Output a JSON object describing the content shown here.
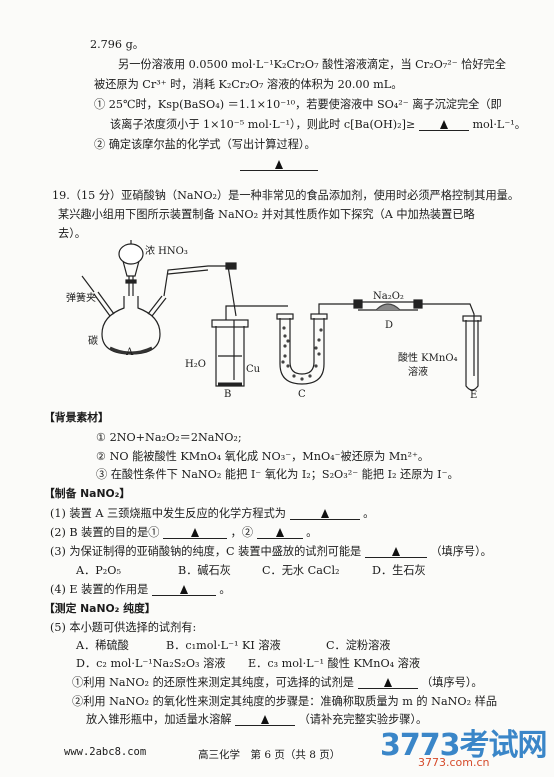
{
  "top": {
    "line1": "2.796 g。",
    "line2": "另一份溶液用 0.0500 mol·L⁻¹K₂Cr₂O₇ 酸性溶液滴定，当 Cr₂O₇²⁻ 恰好完全",
    "line3": "被还原为 Cr³⁺ 时，消耗 K₂Cr₂O₇ 溶液的体积为 20.00 mL。",
    "line4": "① 25℃时，Ksp(BaSO₄) ＝1.1×10⁻¹⁰，若要使溶液中 SO₄²⁻ 离子沉淀完全（即",
    "line5a": "该离子浓度须小于 1×10⁻⁵ mol·L⁻¹），则此时 c[Ba(OH)₂]≥",
    "line5b": "mol·L⁻¹。",
    "line6": "② 确定该摩尔盐的化学式（写出计算过程）。"
  },
  "q19": {
    "line1": "19.（15 分）亚硝酸钠（NaNO₂）是一种非常见的食品添加剂，使用时必须严格控制其用量。",
    "line2": "某兴趣小组用下图所示装置制备 NaNO₂ 并对其性质作如下探究（A 中加热装置已略",
    "line3": "去）。"
  },
  "diagram": {
    "label_hno3": "浓 HNO₃",
    "label_clamp": "弹簧夹",
    "label_carbon": "碳",
    "label_A": "A",
    "label_h2o": "H₂O",
    "label_cu": "Cu",
    "label_B": "B",
    "label_C": "C",
    "label_na2o2": "Na₂O₂",
    "label_D": "D",
    "label_kmno4": "酸性 KMnO₄",
    "label_solution": "溶液",
    "label_E": "E"
  },
  "background": {
    "heading": "【背景素材】",
    "item1": "① 2NO+Na₂O₂＝2NaNO₂;",
    "item2": "② NO 能被酸性 KMnO₄ 氧化成 NO₃⁻，MnO₄⁻被还原为 Mn²⁺。",
    "item3": "③ 在酸性条件下 NaNO₂ 能把 I⁻ 氧化为 I₂；S₂O₃²⁻ 能把 I₂ 还原为 I⁻。"
  },
  "prep": {
    "heading": "【制备 NaNO₂】",
    "q1a": "(1) 装置 A 三颈烧瓶中发生反应的化学方程式为",
    "q1b": "。",
    "q2a": "(2) B 装置的目的是①",
    "q2b": "，②",
    "q2c": "。",
    "q3a": "(3) 为保证制得的亚硝酸钠的纯度，C 装置中盛放的试剂可能是",
    "q3b": "（填序号）。",
    "q3_opts": [
      "A．P₂O₅",
      "B．碱石灰",
      "C．无水 CaCl₂",
      "D．生石灰"
    ],
    "q4a": "(4) E 装置的作用是",
    "q4b": "。"
  },
  "purity": {
    "heading": "【测定 NaNO₂ 纯度】",
    "q5": "(5) 本小题可供选择的试剂有:",
    "opt_row1": [
      "A．稀硫酸",
      "B．c₁mol·L⁻¹ KI 溶液",
      "C．淀粉溶液"
    ],
    "opt_row2": [
      "D．c₂ mol·L⁻¹Na₂S₂O₃ 溶液",
      "E．c₃ mol·L⁻¹ 酸性 KMnO₄ 溶液"
    ],
    "s1a": "①利用 NaNO₂ 的还原性来测定其纯度，可选择的试剂是",
    "s1b": "（填序号）。",
    "s2": "②利用 NaNO₂ 的氧化性来测定其纯度的步骤是：准确称取质量为 m 的 NaNO₂ 样品",
    "s3a": "放入锥形瓶中，加适量水溶解",
    "s3b": "（请补充完整实验步骤）。"
  },
  "footer": {
    "site_left": "www.2abc8.com",
    "page": "高三化学　第 6 页（共 8 页）",
    "logo_text": "3773考试网",
    "logo_url": "3773.com.cn"
  }
}
